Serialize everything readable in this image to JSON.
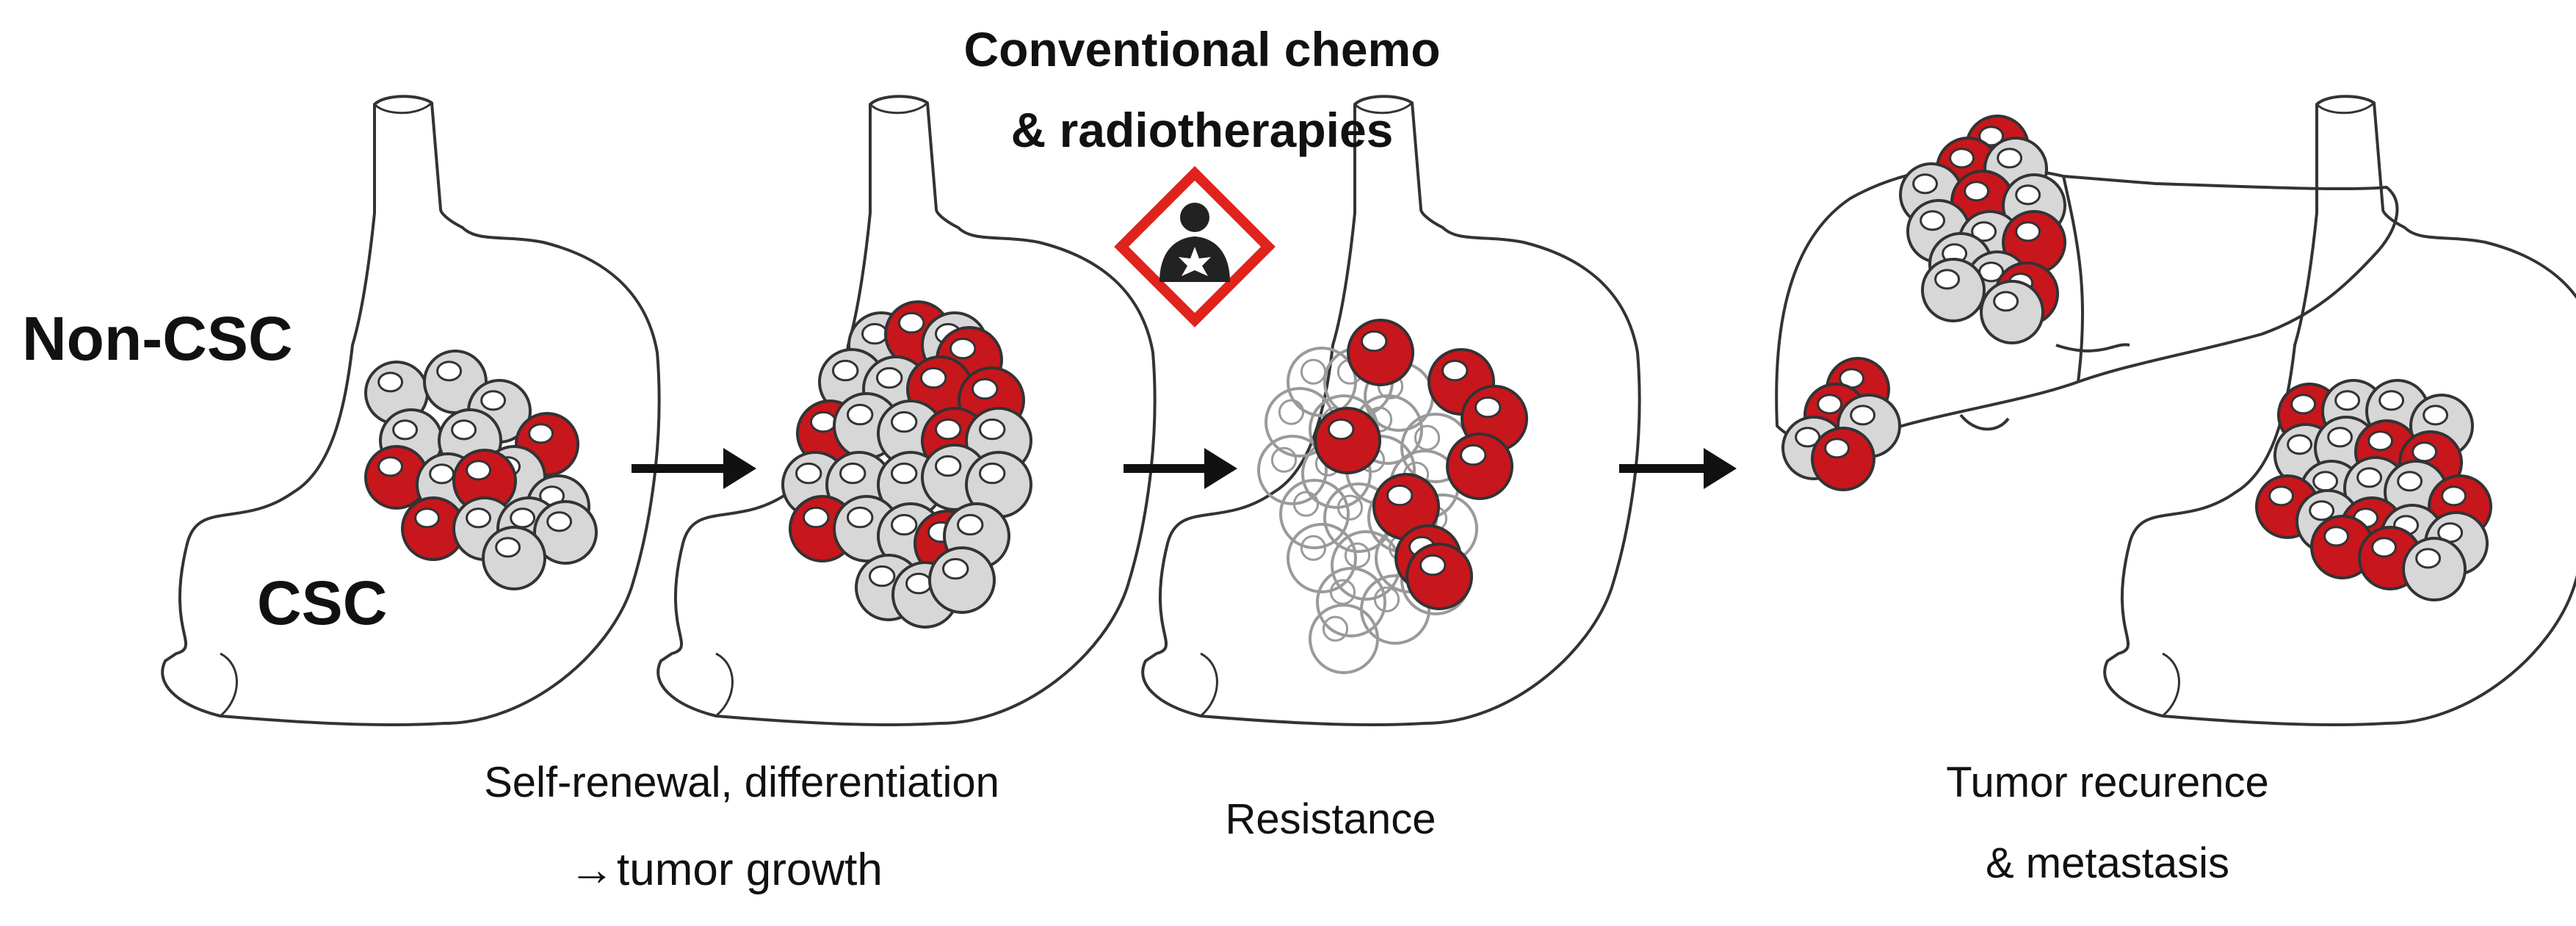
{
  "texts": {
    "therapy_line1": "Conventional  chemo",
    "therapy_line2": "& radiotherapies",
    "non_csc": "Non-CSC",
    "csc": "CSC",
    "growth_line1": "Self-renewal, differentiation",
    "growth_line2": "tumor growth",
    "growth_arrow_glyph": "→",
    "resistance": "Resistance",
    "recurrence_line1": "Tumor recurence",
    "recurrence_line2": "& metastasis"
  },
  "colors": {
    "csc_red": "#C8161D",
    "non_csc_gray": "#BDBDBD",
    "cell_gray": "#D7D7D7",
    "outline": "#333333",
    "arrow": "#111111",
    "hazard_red": "#E0231C",
    "metastasis_green": "#2BB24C"
  },
  "icons": {
    "hazard": "health-hazard-icon"
  }
}
